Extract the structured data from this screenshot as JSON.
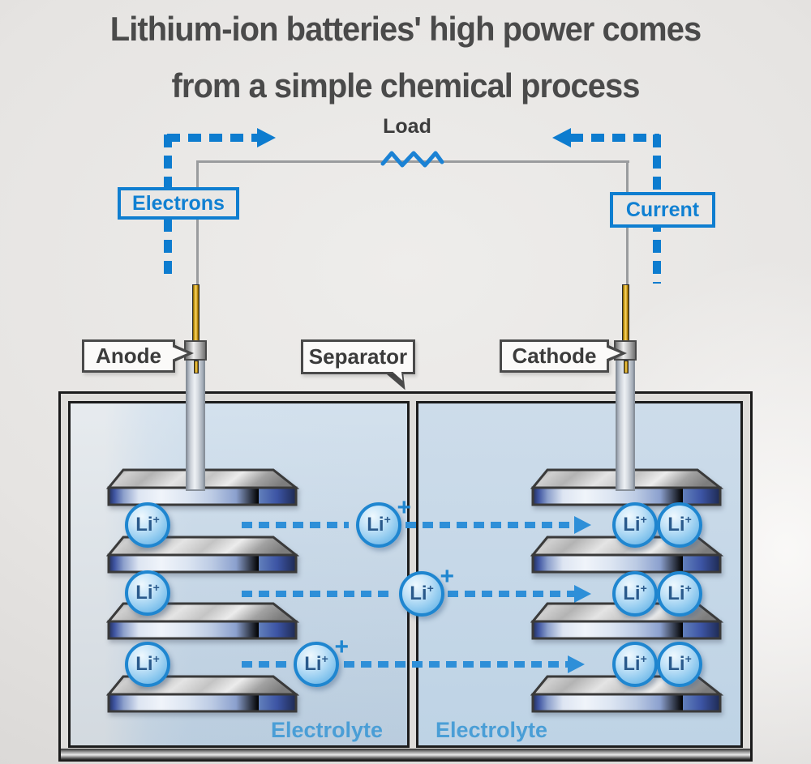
{
  "title": {
    "line1": "Lithium-ion batteries' high power comes",
    "line2": "from a simple chemical process"
  },
  "circuit": {
    "load": "Load",
    "electrons": "Electrons",
    "current": "Current"
  },
  "components": {
    "anode": "Anode",
    "separator": "Separator",
    "cathode": "Cathode"
  },
  "cells": {
    "left_label": "Electrolyte",
    "right_label": "Electrolyte"
  },
  "ion": {
    "symbol": "Li",
    "charge": "+",
    "free_charge": "+"
  },
  "colors": {
    "accent_blue": "#0f7ed0",
    "ion_dash_blue": "#2e8fd8",
    "ion_stroke": "#1f86d0",
    "ion_text": "#2a5a8c",
    "electrolyte_text": "#4a9ed6",
    "title_gray": "#4a4a4a",
    "wire_gray": "#9a9c9e",
    "gold": "#d8a01d"
  }
}
